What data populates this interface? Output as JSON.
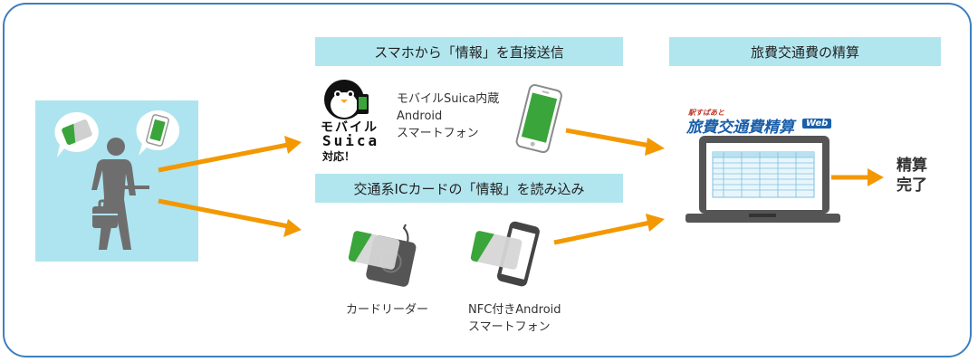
{
  "headers": {
    "smartphone_send": "スマホから「情報」を直接送信",
    "ic_card_read": "交通系ICカードの「情報」を読み込み",
    "expense_calc": "旅費交通費の精算"
  },
  "suica_badge": {
    "line1": "モバイル",
    "line2": "Suica",
    "line3": "対応！"
  },
  "devices": {
    "mobile_suica_phone": [
      "モバイルSuica内蔵",
      "Android",
      "スマートフォン"
    ],
    "card_reader": "カードリーダー",
    "nfc_phone": [
      "NFC付きAndroid",
      "スマートフォン"
    ]
  },
  "app_logo": {
    "tagline": "駅すぱあと",
    "name": "旅費交通費精算",
    "suffix": "Web"
  },
  "result": [
    "精算",
    "完了"
  ],
  "colors": {
    "frame": "#3d7fbf",
    "header_bg": "#b2e6ef",
    "panel_bg": "#aee4ef",
    "arrow": "#f39800",
    "phone_screen": "#3aa53a",
    "logo_blue": "#1a5faa"
  },
  "icons": [
    "person-with-briefcase-icon",
    "ic-card-bubble-icon",
    "phone-bubble-icon",
    "suica-penguin-icon",
    "smartphone-icon",
    "card-reader-icon",
    "nfc-phone-icon",
    "laptop-icon",
    "arrow-right-icon"
  ]
}
